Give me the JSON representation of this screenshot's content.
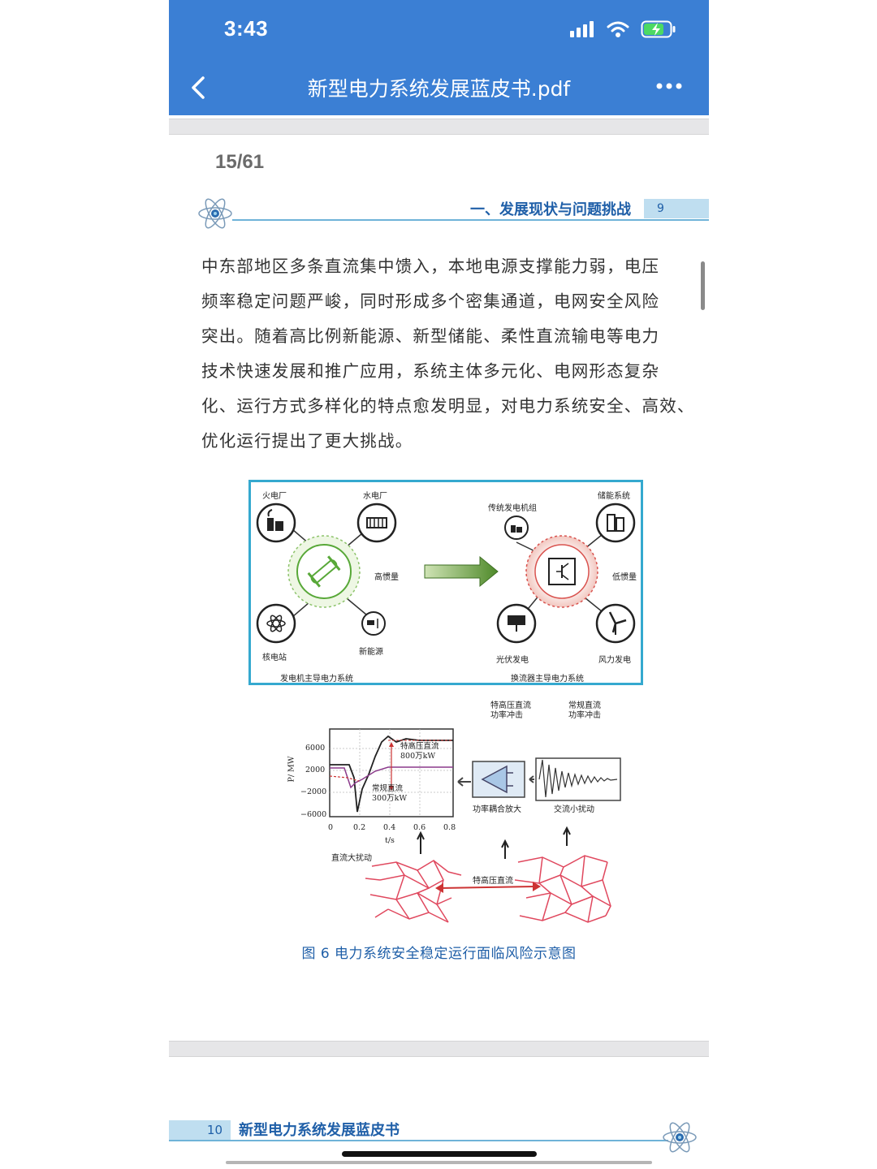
{
  "status": {
    "time": "3:43"
  },
  "nav": {
    "title": "新型电力系统发展蓝皮书.pdf"
  },
  "page_indicator": "15/61",
  "chapter": {
    "title": "一、发展现状与问题挑战",
    "page_num": "9"
  },
  "body_lines": [
    "中东部地区多条直流集中馈入，本地电源支撑能力弱，电压",
    "频率稳定问题严峻，同时形成多个密集通道，电网安全风险",
    "突出。随着高比例新能源、新型储能、柔性直流输电等电力",
    "技术快速发展和推广应用，系统主体多元化、电网形态复杂",
    "化、运行方式多样化的特点愈发明显，对电力系统安全、高效、",
    "优化运行提出了更大挑战。"
  ],
  "figure_top": {
    "left": {
      "thermal": "火电厂",
      "hydro": "水电厂",
      "inertia": "高惯量",
      "nuclear": "核电站",
      "renewable": "新能源",
      "system": "发电机主导电力系统"
    },
    "right": {
      "conventional": "传统发电机组",
      "storage": "储能系统",
      "inertia": "低惯量",
      "pv": "光伏发电",
      "wind": "风力发电",
      "system": "换流器主导电力系统"
    }
  },
  "figure_bottom": {
    "legend_uhv": [
      "特高压直流",
      "功率冲击"
    ],
    "legend_conv": [
      "常规直流",
      "功率冲击"
    ],
    "annot_uhv": [
      "特高压直流",
      "800万kW"
    ],
    "annot_conv": [
      "常规直流",
      "300万kW"
    ],
    "ylabel": "P/ MW",
    "xlabel": "t/s",
    "yticks": [
      "6000",
      "2000",
      "−2000",
      "−6000"
    ],
    "xticks": [
      "0",
      "0.2",
      "0.4",
      "0.6",
      "0.8"
    ],
    "amplifier": "功率耦合放大",
    "ac_disturb": "交流小扰动",
    "dc_disturb": "直流大扰动",
    "uhv_link": "特高压直流"
  },
  "caption": "图 6    电力系统安全稳定运行面临风险示意图",
  "footer": {
    "page_num": "10",
    "title": "新型电力系统发展蓝皮书"
  },
  "colors": {
    "bar": "#3b7fd4",
    "accent": "#1f5fa8",
    "rule": "#6fb3d8",
    "frame": "#35a9cf"
  }
}
